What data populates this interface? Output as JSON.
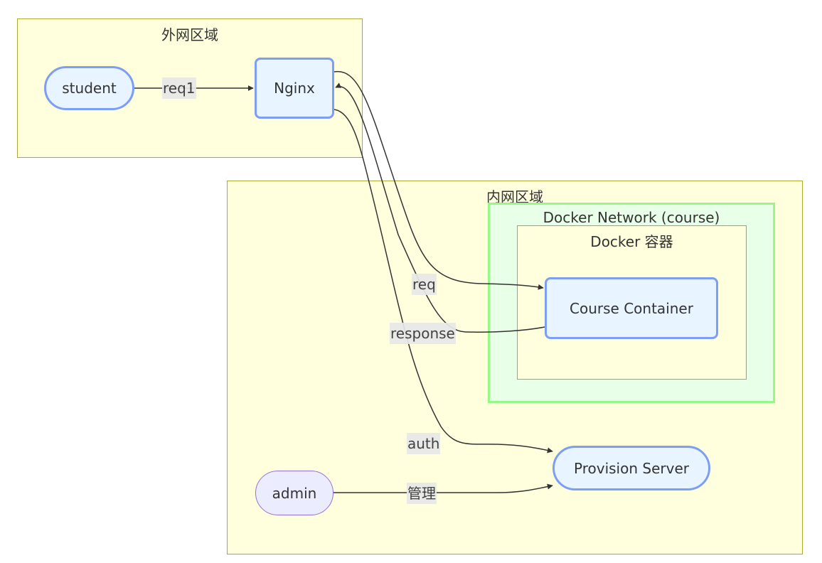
{
  "diagram": {
    "type": "flowchart",
    "clusters": {
      "outer_zone": {
        "title": "外网区域"
      },
      "inner_zone": {
        "title": "内网区域"
      },
      "docker_network": {
        "title": "Docker Network (course)"
      },
      "docker_container": {
        "title": "Docker 容器"
      }
    },
    "nodes": {
      "student": {
        "label": "student",
        "shape": "stadium"
      },
      "nginx": {
        "label": "Nginx",
        "shape": "rounded-rect"
      },
      "course_container": {
        "label": "Course Container",
        "shape": "rounded-rect"
      },
      "provision_server": {
        "label": "Provision Server",
        "shape": "stadium"
      },
      "admin": {
        "label": "admin",
        "shape": "stadium"
      }
    },
    "edges": [
      {
        "from": "student",
        "to": "nginx",
        "label": "req1"
      },
      {
        "from": "nginx",
        "to": "course_container",
        "label": "req"
      },
      {
        "from": "course_container",
        "to": "nginx",
        "label": "response"
      },
      {
        "from": "nginx",
        "to": "provision_server",
        "label": "auth"
      },
      {
        "from": "admin",
        "to": "provision_server",
        "label": "管理"
      }
    ],
    "colors": {
      "cluster_fill": "#ffffde",
      "cluster_border": "#aaaa33",
      "network_fill": "#e8ffe8",
      "network_border": "#95f887",
      "node_fill": "#e8f4ff",
      "node_border": "#7d9ef5",
      "admin_fill": "#ececff",
      "admin_border": "#9370db",
      "edge": "#333333",
      "label_bg": "#e8e8e8"
    }
  }
}
